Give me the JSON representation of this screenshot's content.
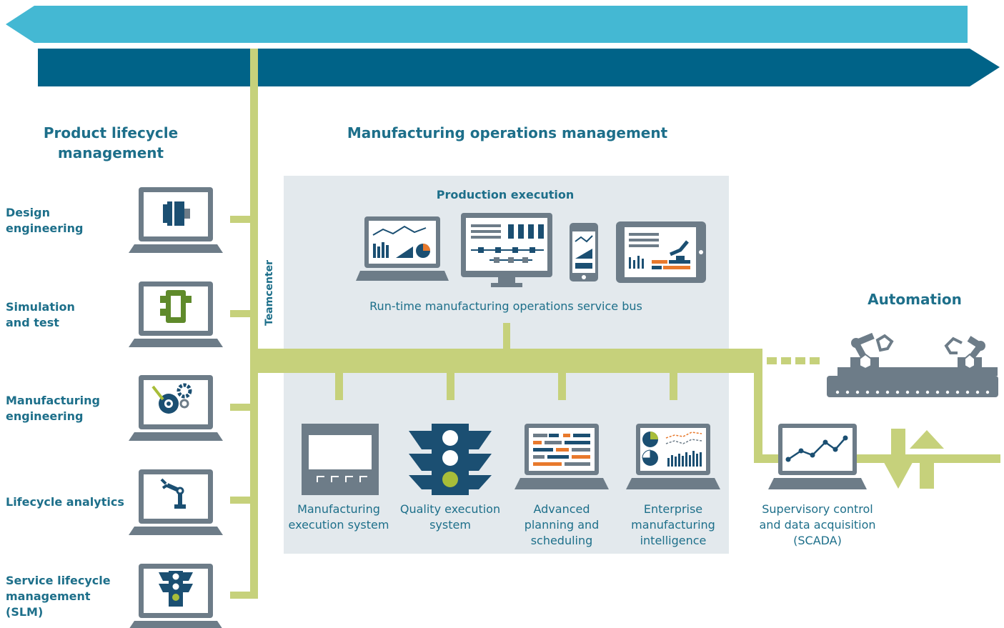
{
  "colors": {
    "arrow_light": "#44b8d3",
    "arrow_dark": "#006388",
    "bus": "#c6d17b",
    "panel": "#e3e9ed",
    "device": "#6d7c88",
    "text": "#1d6f8a",
    "accent_orange": "#e8792c",
    "accent_green": "#a8bd39",
    "dark_blue": "#1b4f72"
  },
  "headers": {
    "plm": "Product lifecycle management",
    "mom": "Manufacturing operations management",
    "automation": "Automation"
  },
  "plm_items": [
    {
      "label": "Design engineering",
      "icon": "motor-icon"
    },
    {
      "label": "Simulation and test",
      "icon": "component-icon"
    },
    {
      "label": "Manufacturing engineering",
      "icon": "gears-icon"
    },
    {
      "label": "Lifecycle analytics",
      "icon": "robot-arm-icon"
    },
    {
      "label": "Service lifecycle management (SLM)",
      "icon": "traffic-light-icon"
    }
  ],
  "teamcenter": "Teamcenter",
  "production": {
    "title": "Production execution",
    "bus_label": "Run-time manufacturing operations service bus"
  },
  "mom_items": [
    {
      "label": "Manufacturing execution system",
      "icon": "hmi-panel-icon"
    },
    {
      "label": "Quality execution system",
      "icon": "traffic-light-icon"
    },
    {
      "label": "Advanced planning and scheduling",
      "icon": "gantt-laptop-icon"
    },
    {
      "label": "Enterprise manufacturing intelligence",
      "icon": "analytics-laptop-icon"
    }
  ],
  "scada": {
    "label": "Supervisory control and data acquisition (SCADA)",
    "icon": "trend-laptop-icon"
  }
}
